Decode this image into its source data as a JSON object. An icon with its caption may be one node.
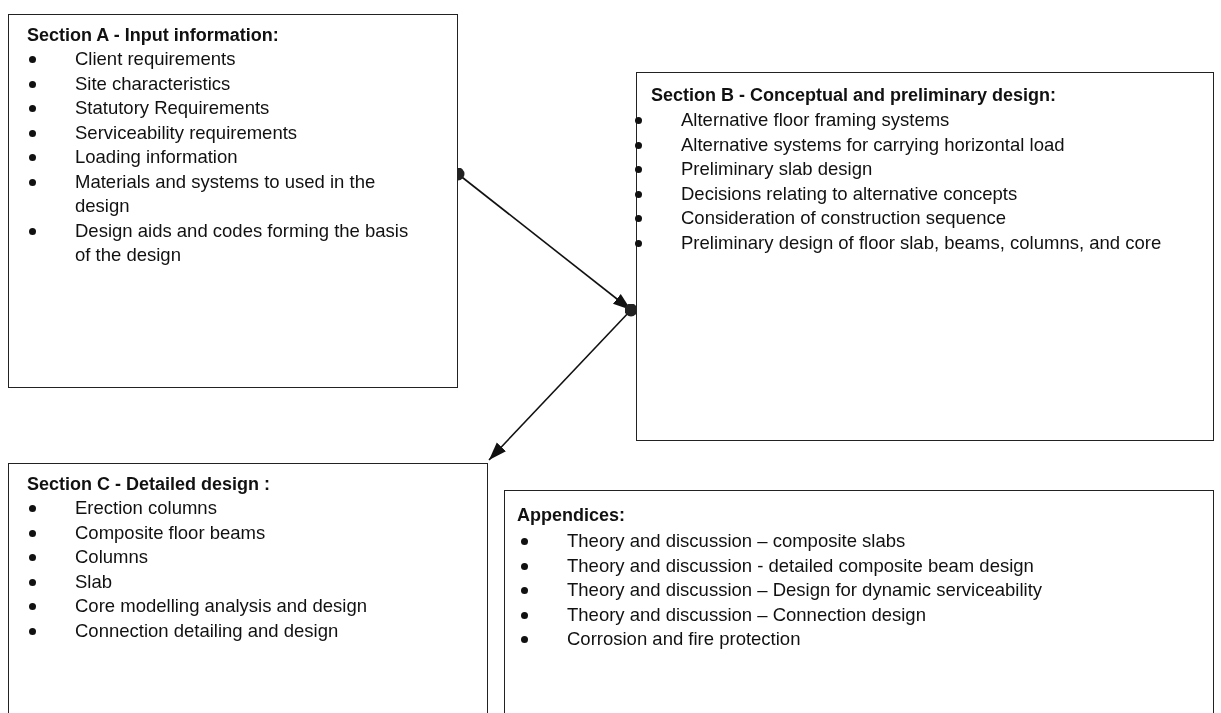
{
  "diagram": {
    "nodes": [
      {
        "text": [
          "Section A - Input information:",
          "Client requirements",
          "Site characteristics",
          "Statutory Requirements",
          "Serviceability requirements",
          "Loading information",
          "Materials and systems to used in the design",
          "Design aids and codes forming the basis of the design"
        ]
      },
      {
        "text": [
          "Section B - Conceptual and preliminary design:",
          "Alternative floor framing systems",
          "Alternative systems for carrying horizontal load",
          "Preliminary slab design",
          "Decisions relating to alternative concepts",
          "Consideration of construction sequence",
          "Preliminary design of floor slab, beams, columns, and core"
        ]
      },
      {
        "text": [
          "Section C - Detailed design :",
          "Erection columns",
          "Composite floor beams",
          "Columns",
          "Slab",
          "Core modelling analysis and design",
          "Connection detailing and design"
        ]
      },
      {
        "text": [
          "Appendices:",
          "Theory and discussion – composite slabs",
          "Theory and discussion - detailed composite beam design",
          "Theory and discussion – Design for dynamic serviceability",
          "Theory and discussion – Connection design",
          "Corrosion and fire protection"
        ]
      }
    ],
    "edges": [
      {
        "from": 0,
        "to": 1,
        "arrow": "to"
      },
      {
        "from": 1,
        "to": 2,
        "arrow": "to"
      }
    ]
  }
}
